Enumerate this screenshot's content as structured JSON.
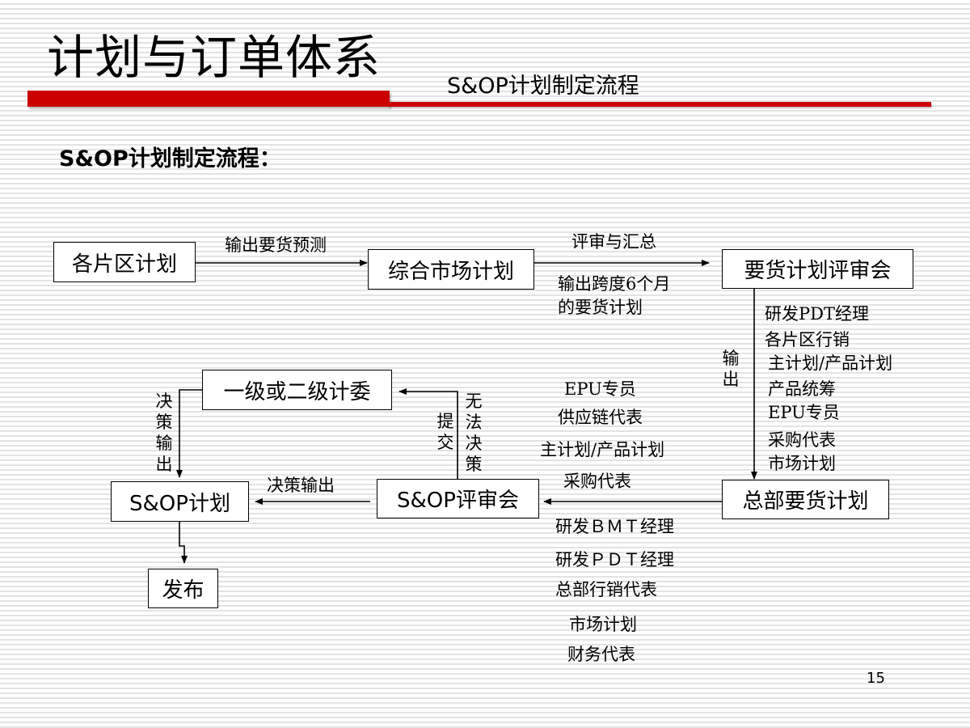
{
  "header": {
    "title": "计划与订单体系",
    "subtitle": "S&OP计划制定流程",
    "accent_color": "#cc0000"
  },
  "heading": "S&OP计划制定流程：",
  "nodes": {
    "regional_plan": "各片区计划",
    "integrated_market_plan": "综合市场计划",
    "demand_review_meeting": "要货计划评审会",
    "hq_demand_plan": "总部要货计划",
    "sop_review_meeting": "S&OP评审会",
    "committee": "一级或二级计委",
    "sop_plan": "S&OP计划",
    "publish": "发布"
  },
  "edge_labels": {
    "output_forecast": "输出要货预测",
    "review_summary": "评审与汇总",
    "output_6month_line1": "输出跨度6个月",
    "output_6month_line2": "的要货计划",
    "output_vertical": "输出",
    "decision_output": "决策输出",
    "decision_output_vertical": "决策输出",
    "submit": "提交",
    "no_decision": "无法决策"
  },
  "participants_demand_review": [
    "研发PDT经理",
    "各片区行销",
    "主计划/产品计划",
    "产品统筹",
    "EPU专员",
    "采购代表",
    "市场计划"
  ],
  "participants_sop_review_upper": [
    "EPU专员",
    "供应链代表",
    "主计划/产品计划",
    "采购代表"
  ],
  "participants_sop_review_lower": [
    "研发ＢＭＴ经理",
    "研发ＰＤＴ经理",
    "总部行销代表",
    "市场计划",
    "财务代表"
  ],
  "page_number": "15"
}
